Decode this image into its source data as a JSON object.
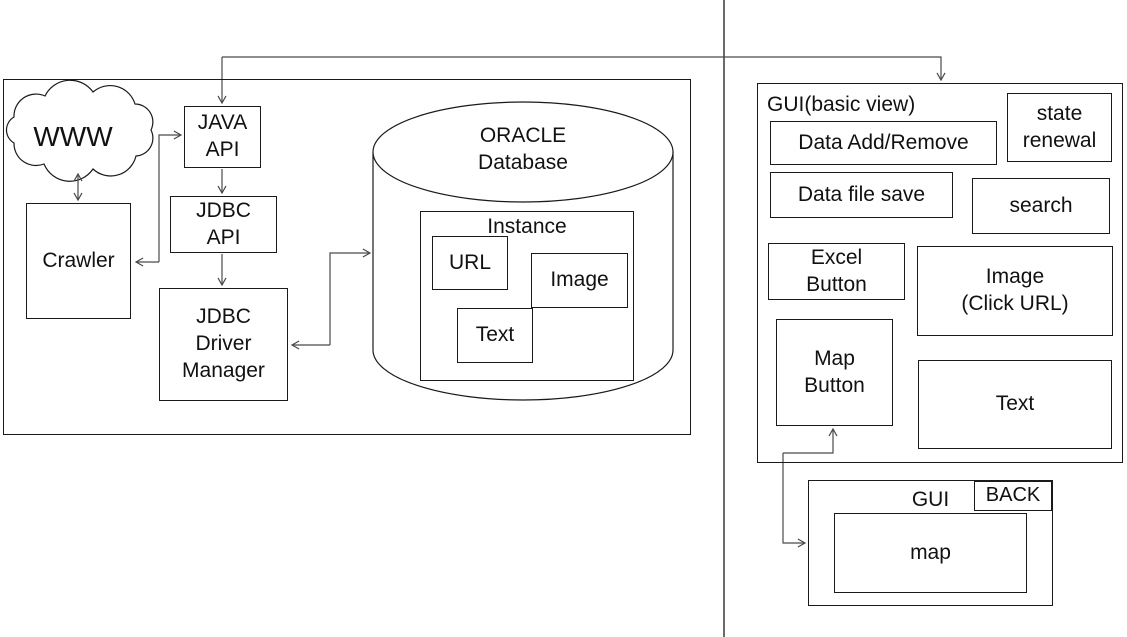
{
  "diagram": {
    "left_system": {
      "cloud_label": "WWW",
      "crawler_label": "Crawler",
      "java_api_label": "JAVA\nAPI",
      "jdbc_api_label": "JDBC\nAPI",
      "jdbc_driver_manager_label": "JDBC\nDriver\nManager",
      "database_label": "ORACLE\nDatabase",
      "instance": {
        "title": "Instance",
        "url_label": "URL",
        "image_label": "Image",
        "text_label": "Text"
      }
    },
    "gui_panel": {
      "title": "GUI(basic view)",
      "buttons": {
        "data_add_remove": "Data Add/Remove",
        "state_renewal": "state\nrenewal",
        "data_file_save": "Data file save",
        "search": "search",
        "excel_button": "Excel\nButton",
        "image_click_url": "Image\n(Click URL)",
        "map_button": "Map\nButton",
        "text_area": "Text"
      }
    },
    "map_view": {
      "title": "GUI",
      "back_label": "BACK",
      "map_label": "map"
    },
    "colors": {
      "background": "#ffffff",
      "border": "#1a1a1a",
      "connector": "#4a4a4a",
      "text": "#111111"
    }
  }
}
